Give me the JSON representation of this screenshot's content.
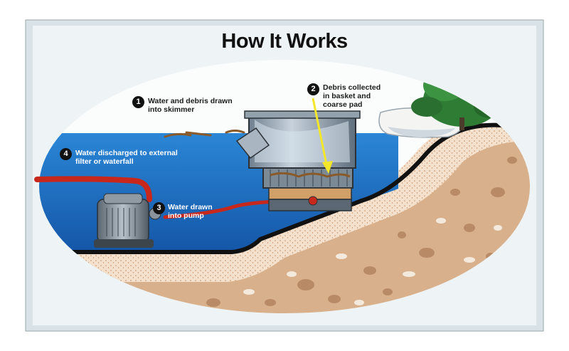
{
  "title": "How It Works",
  "steps": [
    {
      "number": "1",
      "line1": "Water and debris drawn",
      "line2": "into skimmer"
    },
    {
      "number": "2",
      "line1": "Debris collected",
      "line2": "in basket and",
      "line3": "coarse pad"
    },
    {
      "number": "3",
      "line1": "Water drawn",
      "line2": "into pump"
    },
    {
      "number": "4",
      "line1": "Water discharged to external",
      "line2": "filter or waterfall"
    }
  ],
  "colors": {
    "frame": "#dfe6e8",
    "background": "#f7fafb",
    "water": "#1f73c7",
    "pipe": "#c8281c",
    "soil": "#d9b391",
    "sand": "#f1ddc6",
    "liner": "#111111",
    "plant": "#2f7d35",
    "arrow": "#f4e629"
  }
}
